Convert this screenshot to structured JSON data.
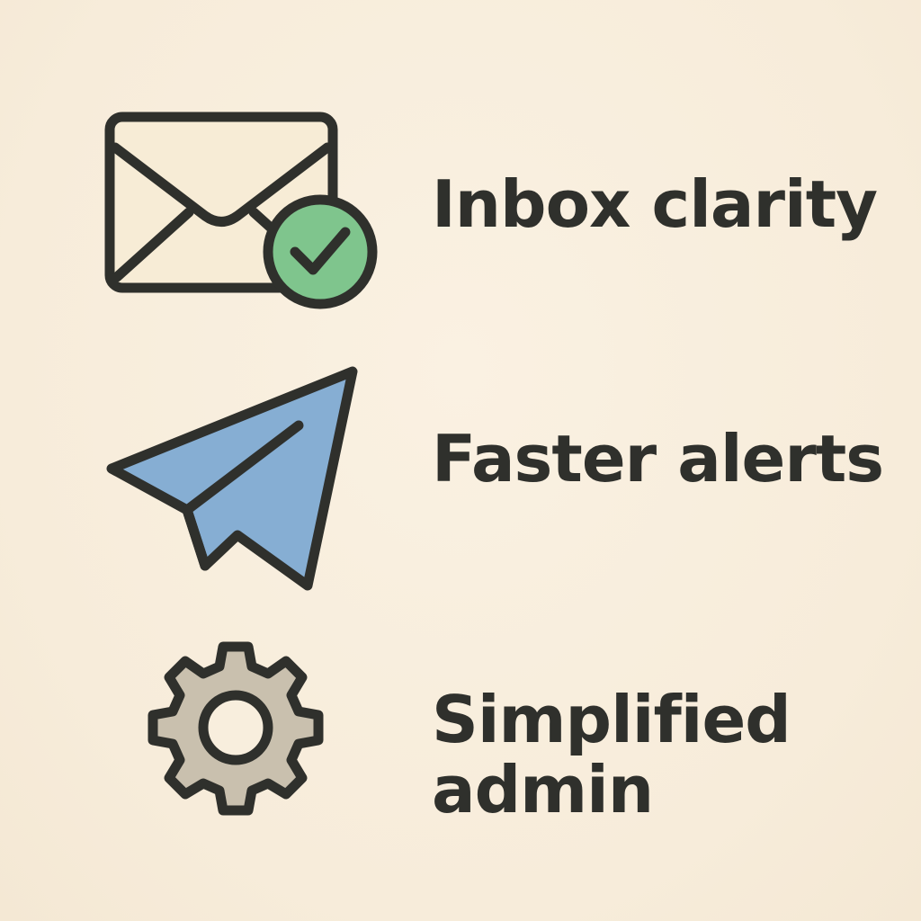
{
  "features": [
    {
      "icon": "envelope-check-icon",
      "label": "Inbox clarity",
      "colors": {
        "icon_fill": "#f7ecd6",
        "badge_fill": "#7fc58d"
      }
    },
    {
      "icon": "paper-plane-icon",
      "label": "Faster alerts",
      "colors": {
        "icon_fill": "#86aed3"
      }
    },
    {
      "icon": "gear-icon",
      "label_lines": [
        "Simplified",
        "admin"
      ],
      "colors": {
        "icon_fill": "#c9c0ae"
      }
    }
  ],
  "colors": {
    "background": "#f8eedd",
    "text": "#2f302c",
    "outline": "#2f302c"
  }
}
